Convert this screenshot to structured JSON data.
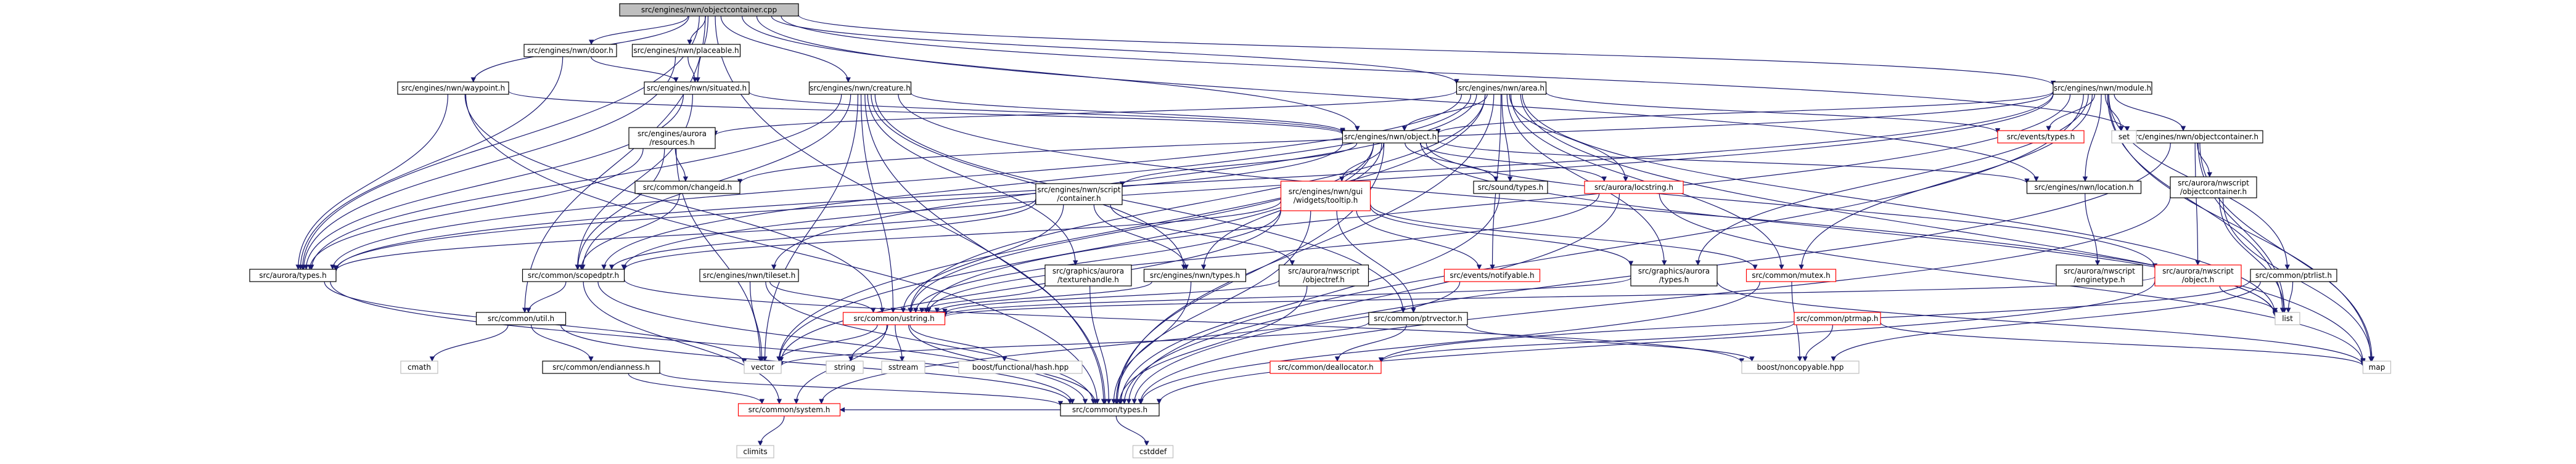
{
  "colors": {
    "edge": "#191970",
    "node_border": "#000000",
    "node_border_missing": "#bfbfbf",
    "node_border_linked_red": "#ff0000",
    "root_fill": "#bfbfbf",
    "node_fill": "#ffffff"
  },
  "nodes": {
    "root": "src/engines/nwn/objectcontainer.cpp",
    "door": "src/engines/nwn/door.h",
    "placeable": "src/engines/nwn/placeable.h",
    "waypoint": "src/engines/nwn/waypoint.h",
    "situated": "src/engines/nwn/situated.h",
    "creature": "src/engines/nwn/creature.h",
    "area": "src/engines/nwn/area.h",
    "module": "src/engines/nwn/module.h",
    "nwnobject": "src/engines/nwn/object.h",
    "objcontainer_h": "src/engines/nwn/objectcontainer.h",
    "aurora_resources": "src/engines/aurora\n/resources.h",
    "changeid": "src/common/changeid.h",
    "aurora_types": "src/aurora/types.h",
    "scopedptr": "src/common/scopedptr.h",
    "common_util": "src/common/util.h",
    "cmath": "cmath",
    "endianness": "src/common/endianness.h",
    "tileset": "src/engines/nwn/tileset.h",
    "nwn_script_container": "src/engines/nwn/script\n/container.h",
    "nwn_gui_tooltip": "src/engines/nwn/gui\n/widgets/tooltip.h",
    "texturehandle": "src/graphics/aurora\n/texturehandle.h",
    "nwn_types": "src/engines/nwn/types.h",
    "nwscript_objectref": "src/aurora/nwscript\n/objectref.h",
    "notifyable": "src/events/notifyable.h",
    "ptrvector": "src/common/ptrvector.h",
    "sound_types": "src/sound/types.h",
    "locstring": "src/aurora/locstring.h",
    "events_types": "src/events/types.h",
    "set": "set",
    "nwscript_objectcontainer": "src/aurora/nwscript\n/objectcontainer.h",
    "nwn_location": "src/engines/nwn/location.h",
    "gfx_aurora_types": "src/graphics/aurora\n/types.h",
    "common_mutex": "src/common/mutex.h",
    "enginetype": "src/aurora/nwscript\n/enginetype.h",
    "nwscript_object": "src/aurora/nwscript\n/object.h",
    "ptrlist": "src/common/ptrlist.h",
    "ptrmap": "src/common/ptrmap.h",
    "ustring": "src/common/ustring.h",
    "string": "string",
    "sstream": "sstream",
    "boost_hash": "boost/functional/hash.hpp",
    "deallocator": "src/common/deallocator.h",
    "noncopyable": "boost/noncopyable.hpp",
    "vector": "vector",
    "list": "list",
    "map": "map",
    "common_system": "src/common/system.h",
    "common_types": "src/common/types.h",
    "climits": "climits",
    "cstddef": "cstddef"
  }
}
